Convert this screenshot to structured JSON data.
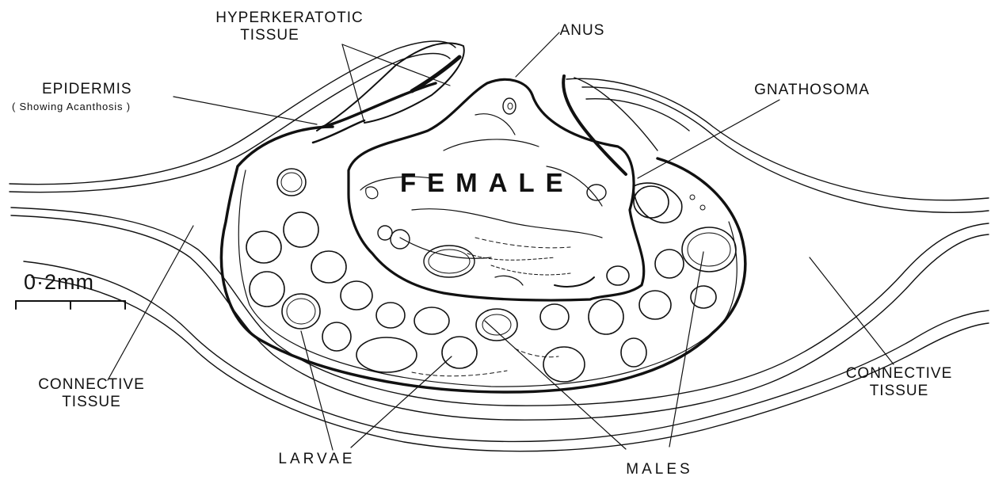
{
  "labels": {
    "hyperkeratotic": [
      "HYPERKERATOTIC",
      "TISSUE"
    ],
    "anus": "ANUS",
    "epidermis": "EPIDERMIS",
    "epidermis_note": "( Showing Acanthosis )",
    "gnathosoma": "GNATHOSOMA",
    "female": "FEMALE",
    "scale": "0·2mm",
    "connective_left": [
      "CONNECTIVE",
      "TISSUE"
    ],
    "connective_right": [
      "CONNECTIVE",
      "TISSUE"
    ],
    "larvae": "LARVAE",
    "males": "MALES"
  },
  "colors": {
    "ink": "#111111",
    "background": "#ffffff"
  }
}
